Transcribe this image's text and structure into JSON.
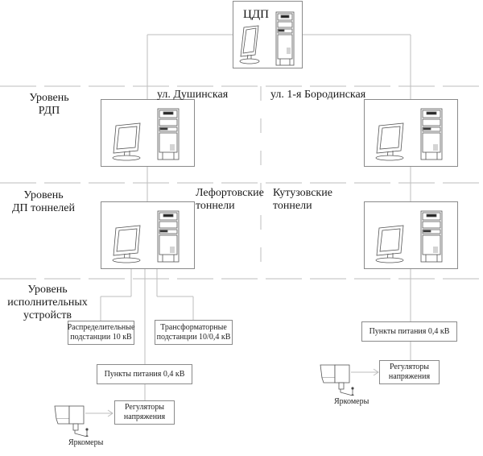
{
  "diagram": {
    "central": {
      "label": "ЦДП"
    },
    "levels": {
      "rdp": {
        "line1": "Уровень",
        "line2": "РДП"
      },
      "dp": {
        "line1": "Уровень",
        "line2": "ДП тоннелей"
      },
      "exec": {
        "line1": "Уровень",
        "line2": "исполнительных",
        "line3": "устройств"
      }
    },
    "branches": {
      "left": {
        "street": "ул. Душинская",
        "tunnel_line1": "Лефортовские",
        "tunnel_line2": "тоннели"
      },
      "right": {
        "street": "ул. 1-я Бородинская",
        "tunnel_line1": "Кутузовские",
        "tunnel_line2": "тоннели"
      }
    },
    "devices": {
      "left": {
        "distribution": {
          "line1": "Распределительные",
          "line2": "подстанции 10 кВ"
        },
        "transformer": {
          "line1": "Трансформаторные",
          "line2": "подстанции 10/0,4 кВ"
        },
        "power_points": "Пункты питания 0,4 кВ",
        "regulators": {
          "line1": "Регуляторы",
          "line2": "напряжения"
        },
        "luminance_meters": "Яркомеры"
      },
      "right": {
        "power_points": "Пункты питания 0,4 кВ",
        "regulators": {
          "line1": "Регуляторы",
          "line2": "напряжения"
        },
        "luminance_meters": "Яркомеры"
      }
    },
    "icons": {
      "workstation": "monitor-and-tower-pc",
      "sensor": "luminance-meter-camera"
    },
    "colors": {
      "line": "#b5b5b5",
      "border": "#8a8a8a",
      "text": "#111111"
    }
  }
}
